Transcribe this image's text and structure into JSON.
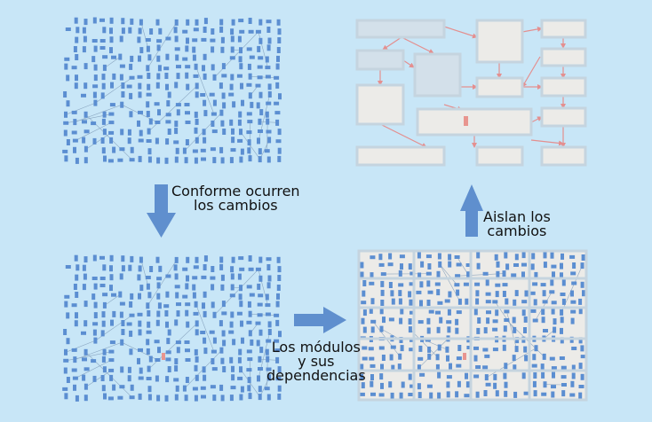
{
  "labels": {
    "conforme_line1": "Conforme ocurren",
    "conforme_line2": "los cambios",
    "aislan_line1": "Aislan los",
    "aislan_line2": "cambios",
    "modulos_line1": "Los módulos",
    "modulos_line2": "y sus",
    "modulos_line3": "dependencias"
  },
  "colors": {
    "background": "#c8e6f7",
    "node": "#5b8ed1",
    "link": "#7f9bb8",
    "changed_node": "#e8958f",
    "arrow": "#5f8fce",
    "module_fill": "#ecebe8",
    "module_border": "#c5d4df",
    "module_fill_blue": "#d3e0ea",
    "dependency_link": "#e48f8f"
  },
  "panels": [
    {
      "name": "tangled-system-original",
      "changed_node": false
    },
    {
      "name": "tangled-system-changed",
      "changed_node": true
    },
    {
      "name": "system-partitioned-into-modules",
      "changed_node": true
    },
    {
      "name": "isolated-module-diagram",
      "changed_node": true
    }
  ]
}
